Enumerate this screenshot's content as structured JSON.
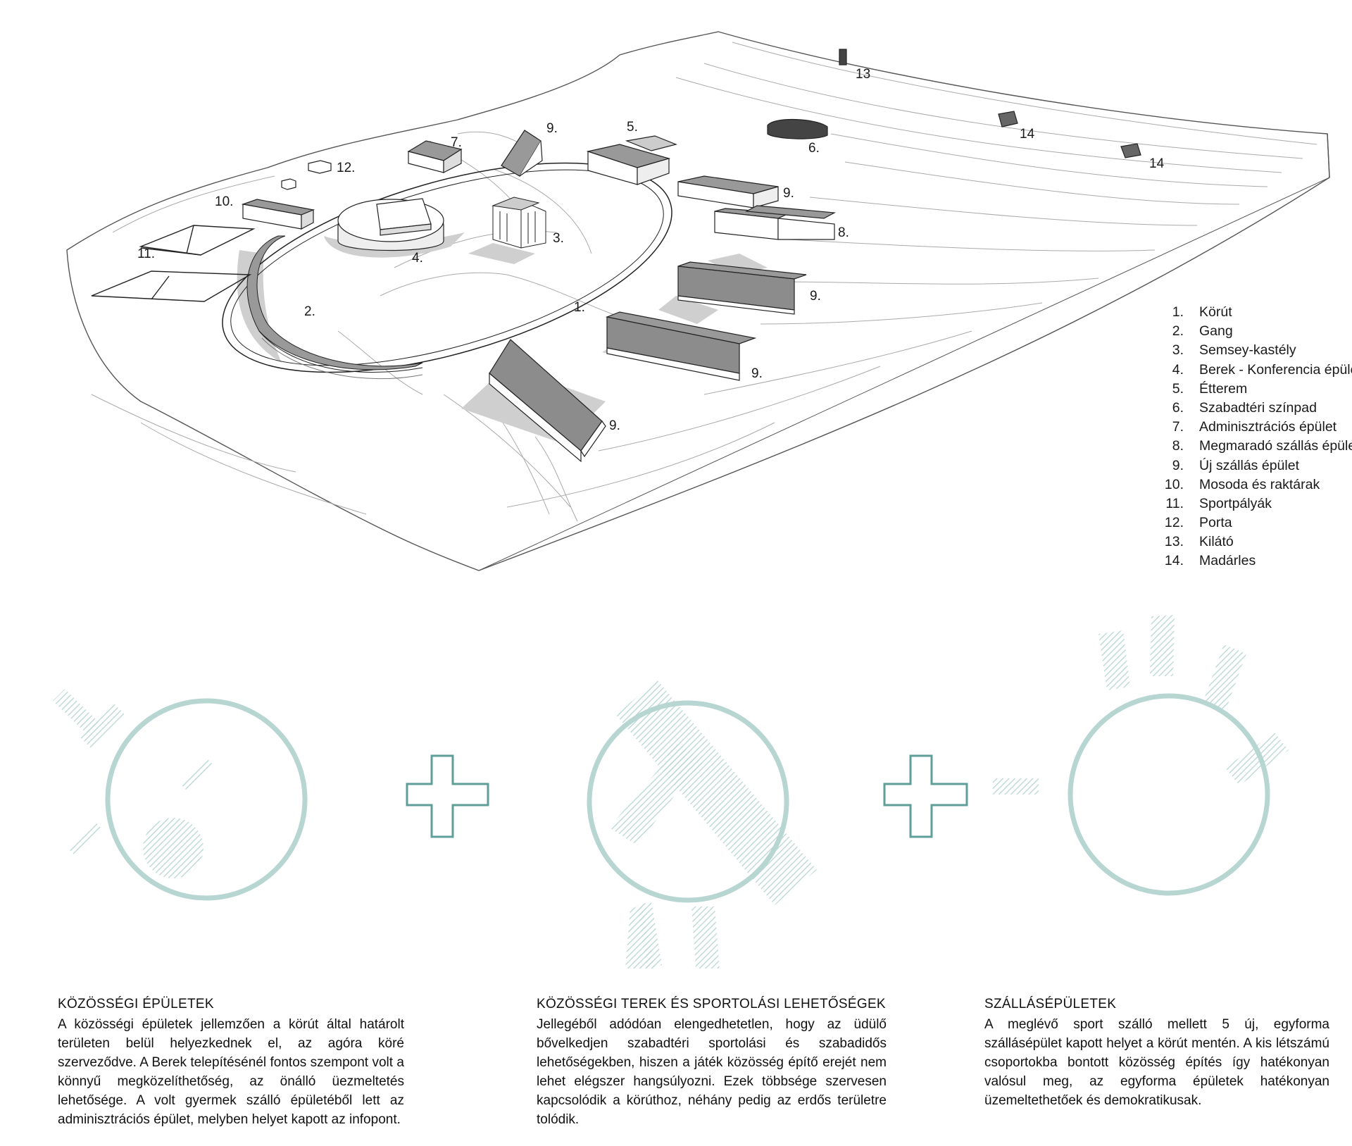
{
  "plan_labels": {
    "b13": "13",
    "b14a": "14",
    "b14b": "14",
    "b6": "6.",
    "b5": "5.",
    "b9top": "9.",
    "b7": "7.",
    "b12": "12.",
    "b10": "10.",
    "b11": "11.",
    "b4": "4.",
    "b3": "3.",
    "b2": "2.",
    "b1": "1.",
    "b9a": "9.",
    "b8": "8.",
    "b9b": "9.",
    "b9c": "9.",
    "b9d": "9."
  },
  "legend": [
    {
      "num": "1.",
      "label": "Körút"
    },
    {
      "num": "2.",
      "label": "Gang"
    },
    {
      "num": "3.",
      "label": "Semsey-kastély"
    },
    {
      "num": "4.",
      "label": "Berek - Konferencia épület"
    },
    {
      "num": "5.",
      "label": "Étterem"
    },
    {
      "num": "6.",
      "label": "Szabadtéri színpad"
    },
    {
      "num": "7.",
      "label": "Adminisztrációs épület"
    },
    {
      "num": "8.",
      "label": "Megmaradó szállás épület"
    },
    {
      "num": "9.",
      "label": "Új szállás épület"
    },
    {
      "num": "10.",
      "label": "Mosoda és raktárak"
    },
    {
      "num": "11.",
      "label": "Sportpályák"
    },
    {
      "num": "12.",
      "label": "Porta"
    },
    {
      "num": "13.",
      "label": "Kilátó"
    },
    {
      "num": "14.",
      "label": "Madárles"
    }
  ],
  "colors": {
    "diagram_teal": "#b7d6d2",
    "plus_stroke": "#5f9f9a",
    "roof_grey": "#8c8c8c",
    "shadow_grey": "#cfcfcf"
  },
  "columns": [
    {
      "title": "KÖZÖSSÉGI ÉPÜLETEK",
      "text": "A közösségi épületek jellemzően a körút által határolt területen belül helyezkednek el, az agóra köré szerveződve. A Berek telepítésénél fontos szempont volt a könnyű megközelíthetőség, az önálló üezmeltetés lehetősége. A volt gyermek szálló épületéből lett az adminisztrációs épület, melyben helyet kapott az infopont."
    },
    {
      "title": "KÖZÖSSÉGI TEREK ÉS SPORTOLÁSI LEHETŐSÉGEK",
      "text": "Jellegéből adódóan elengedhetetlen, hogy az üdülő bővelkedjen szabadtéri sportolási és szabadidős lehetőségekben, hiszen a játék közösség építő erejét nem lehet elégszer hangsúlyozni. Ezek többsége szervesen kapcsolódik a körúthoz, néhány pedig az erdős területre tolódik."
    },
    {
      "title": "SZÁLLÁSÉPÜLETEK",
      "text": "A meglévő sport szálló mellett 5 új, egyforma szállásépület kapott helyet a körút mentén. A kis létszámú csoportokba bontott közösség építés így hatékonyan valósul meg, az egyforma épületek hatékonyan üzemeltethetőek és demokratikusak."
    }
  ]
}
